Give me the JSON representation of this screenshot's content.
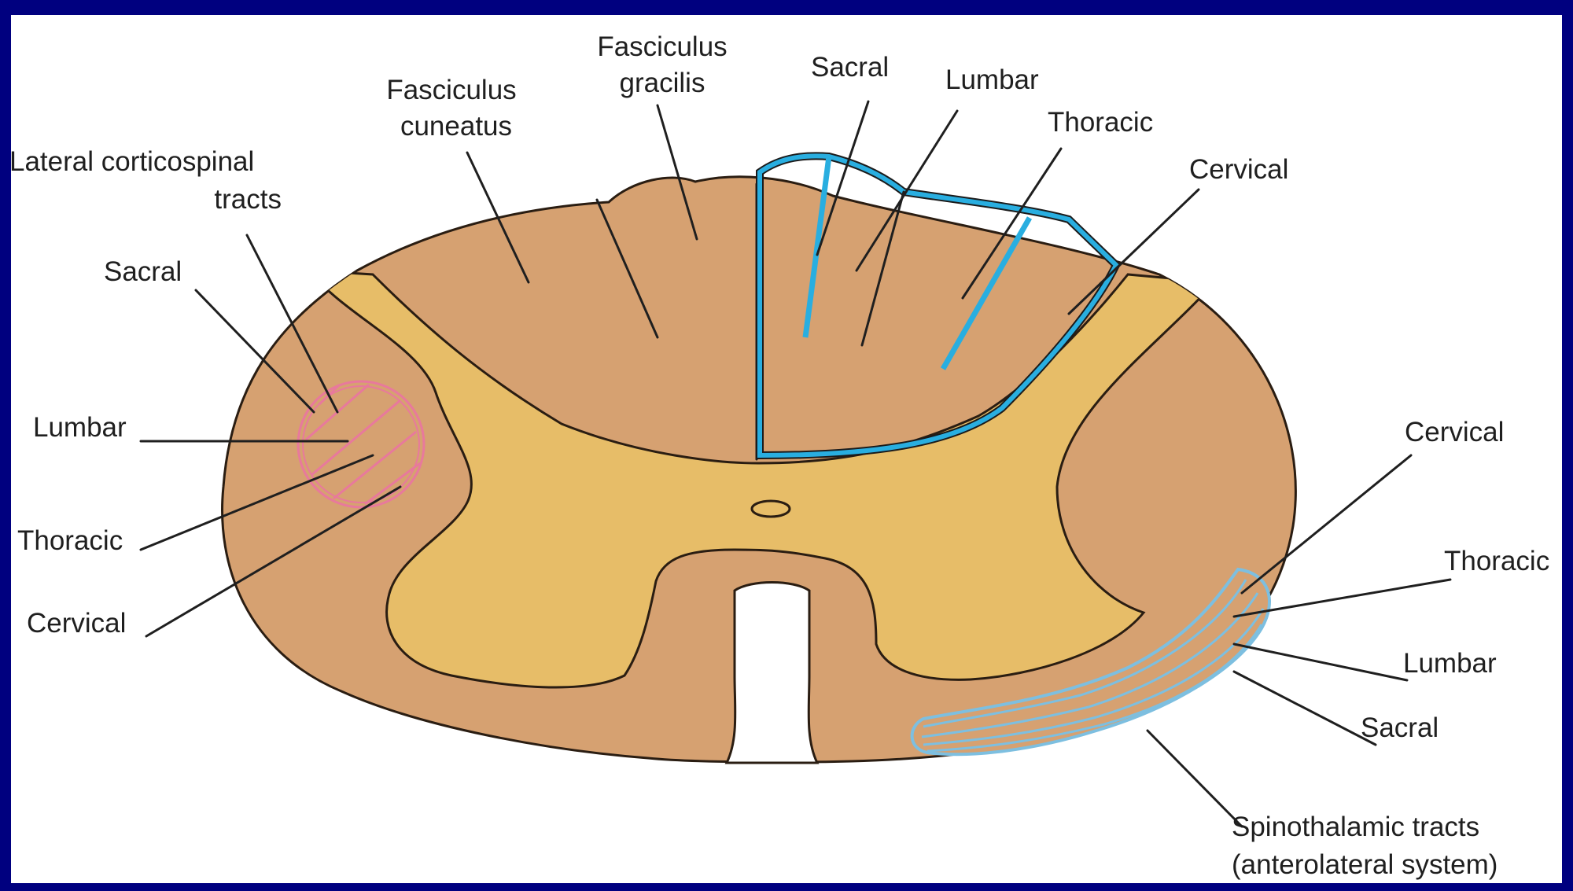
{
  "diagram": {
    "colors": {
      "background": "#00007f",
      "white_matter": "#d6a171",
      "gray_matter": "#e7bd68",
      "dorsal_column_outline": "#29aee0",
      "corticospinal_outline": "#e8799c",
      "spinothalamic_outline": "#7dbfe0"
    },
    "labels": {
      "fasciculus_gracilis_1": "Fasciculus",
      "fasciculus_gracilis_2": "gracilis",
      "fasciculus_cuneatus_1": "Fasciculus",
      "fasciculus_cuneatus_2": "cuneatus",
      "lateral_corticospinal_1": "Lateral corticospinal",
      "lateral_corticospinal_2": "tracts",
      "lcs_sacral": "Sacral",
      "lcs_lumbar": "Lumbar",
      "lcs_thoracic": "Thoracic",
      "lcs_cervical": "Cervical",
      "dc_sacral": "Sacral",
      "dc_lumbar": "Lumbar",
      "dc_thoracic": "Thoracic",
      "dc_cervical": "Cervical",
      "st_cervical": "Cervical",
      "st_thoracic": "Thoracic",
      "st_lumbar": "Lumbar",
      "st_sacral": "Sacral",
      "spinothalamic_1": "Spinothalamic tracts",
      "spinothalamic_2": "(anterolateral system)"
    }
  }
}
